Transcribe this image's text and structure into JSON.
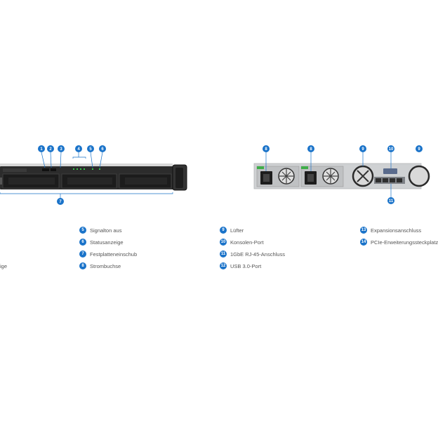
{
  "callouts": {
    "front": [
      "1",
      "2",
      "3",
      "4",
      "5",
      "6",
      "7"
    ],
    "rear": [
      "8",
      "8",
      "9",
      "10",
      "9",
      "11"
    ]
  },
  "legend": {
    "col_left_partial": {
      "text": "ige"
    },
    "col1": [
      {
        "num": "5",
        "label": "Signalton aus"
      },
      {
        "num": "6",
        "label": "Statusanzeige"
      },
      {
        "num": "7",
        "label": "Festplatteneinschub"
      },
      {
        "num": "8",
        "label": "Strombuchse"
      }
    ],
    "col2": [
      {
        "num": "9",
        "label": "Lüfter"
      },
      {
        "num": "10",
        "label": "Konsolen-Port"
      },
      {
        "num": "11",
        "label": "1GbE RJ-45-Anschluss"
      },
      {
        "num": "12",
        "label": "USB 3.0-Port"
      }
    ],
    "col3": [
      {
        "num": "13",
        "label": "Expansionsanschluss"
      },
      {
        "num": "14",
        "label": "PCIe-Erweiterungssteckplatz"
      }
    ]
  },
  "colors": {
    "callout": "#1a73c9",
    "device_dark": "#2b2b2b",
    "device_rear": "#cfd1d3",
    "led": "#37c24a"
  }
}
